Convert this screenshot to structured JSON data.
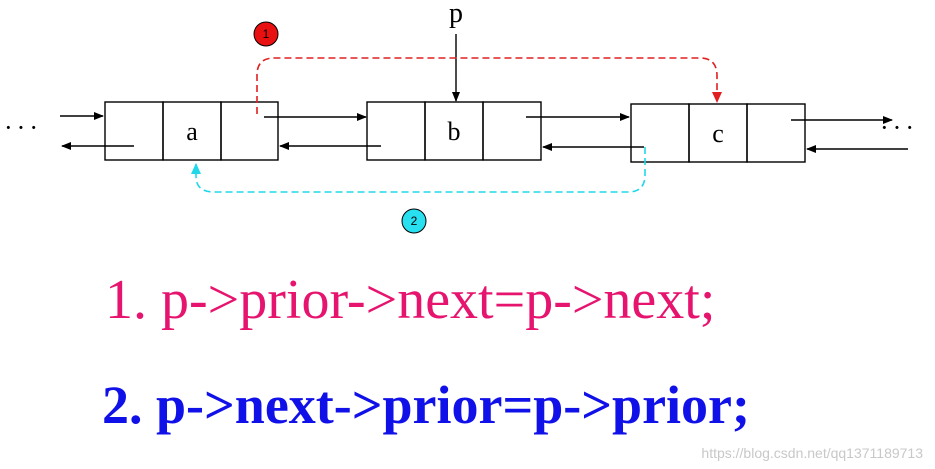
{
  "nodes": [
    {
      "value": "a"
    },
    {
      "value": "b"
    },
    {
      "value": "c"
    }
  ],
  "pointer_label": "p",
  "ellipsis_left": "···",
  "ellipsis_right": "···",
  "badges": {
    "step1": "1",
    "step2": "2"
  },
  "statements": {
    "line1": "1. p->prior->next=p->next;",
    "line2": "2. p->next->prior=p->prior;"
  },
  "watermark": "https://blog.csdn.net/qq1371189713",
  "colors": {
    "step1_arrow": "#e02020",
    "step2_arrow": "#20d8e8",
    "line1_text": "#e6146e",
    "line2_text": "#1010e8"
  }
}
